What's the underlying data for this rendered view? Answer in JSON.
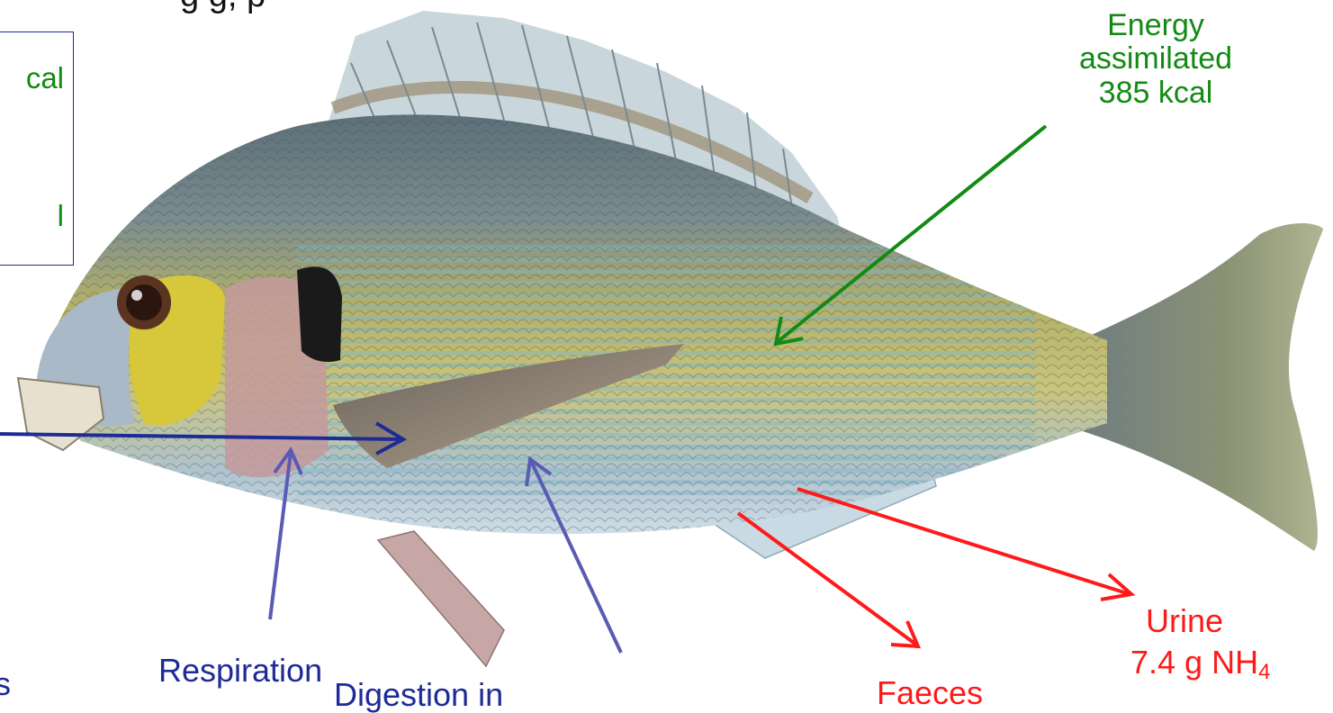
{
  "header": {
    "title_fragment": "g   g,   p"
  },
  "info_box": {
    "line1": "cal",
    "line2": "l"
  },
  "labels": {
    "energy": {
      "line1": "Energy",
      "line2": "assimilated",
      "line3": "385 kcal"
    },
    "respiration": "Respiration",
    "digestion": "Digestion in",
    "faeces": "Faeces",
    "urine": {
      "line1": "Urine",
      "formula_main": "7.4 g NH",
      "formula_sub": "4"
    },
    "left_edge": "s"
  },
  "colors": {
    "assimilation": "#138a13",
    "intake": "#1e2b96",
    "excretion": "#ff1a1a"
  }
}
